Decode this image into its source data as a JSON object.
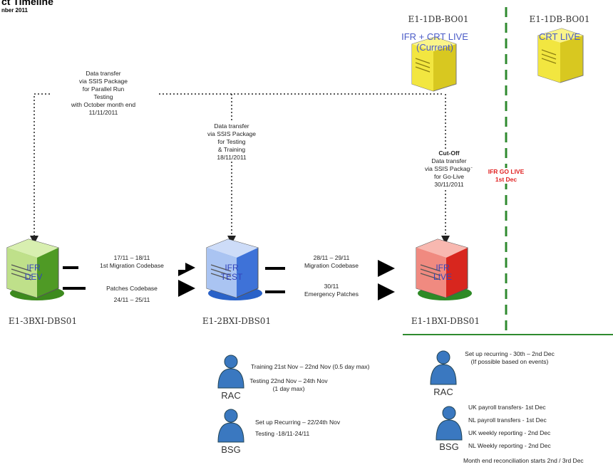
{
  "header": {
    "title": "ct Timeline",
    "subtitle": "nber 2011"
  },
  "top_servers": [
    {
      "name": "E1-1DB-BO01",
      "caption": "IFR + CRT LIVE\n(Current)"
    },
    {
      "name": "E1-1DB-BO01",
      "caption": "CRT LIVE"
    }
  ],
  "transfers": {
    "dev": "Data transfer\nvia SSIS Package\nfor Parallel Run\nTesting\nwith October month end\n11/11/2011",
    "test": "Data transfer\nvia SSIS Package\nfor Testing\n& Training\n18/11/2011",
    "live_bold": "Cut-Off",
    "live": "Data transfer\nvia SSIS Package\nfor Go-Live\n30/11/2011"
  },
  "go_live": "IFR GO LIVE\n1st Dec",
  "servers": [
    {
      "label": "IFR\nDEV",
      "name": "E1-3BXI-DBS01",
      "color": "#5a9e2a"
    },
    {
      "label": "IFR\nTEST",
      "name": "E1-2BXI-DBS01",
      "color": "#4a7fd8"
    },
    {
      "label": "IFR\nLIVE",
      "name": "E1-1BXI-DBS01",
      "color": "#e02a22"
    }
  ],
  "arrows": {
    "dev_test_top": "17/11 – 18/11\n1st Migration Codebase",
    "dev_test_bottom_top": "Patches Codebase",
    "dev_test_bottom_under": "24/11 – 25/11",
    "test_live_top": "28/11 – 29/11\nMigration Codebase",
    "test_live_bottom": "30/11\nEmergency Patches"
  },
  "people_left": [
    {
      "label": "RAC",
      "lines": [
        "Training 21st Nov – 22nd Nov (0.5 day max)",
        "Testing 22nd Nov – 24th Nov\n(1 day max)"
      ]
    },
    {
      "label": "BSG",
      "lines": [
        "Set up Recurring – 22/24th Nov",
        "Testing -18/11-24/11"
      ]
    }
  ],
  "people_right": [
    {
      "label": "RAC",
      "lines": [
        "Set up recurring  - 30th – 2nd Dec\n(If possible based on events)"
      ]
    },
    {
      "label": "BSG",
      "lines": [
        "UK payroll transfers- 1st Dec",
        "NL payroll transfers - 1st Dec",
        "UK weekly reporting - 2nd Dec",
        "NL Weekly reporting - 2nd Dec",
        "Month end reconciliation starts 2nd / 3rd Dec"
      ]
    }
  ],
  "colors": {
    "green_line": "#2f8a2f",
    "go_live_red": "#e02020",
    "caption_blue": "#4a5bc7"
  }
}
